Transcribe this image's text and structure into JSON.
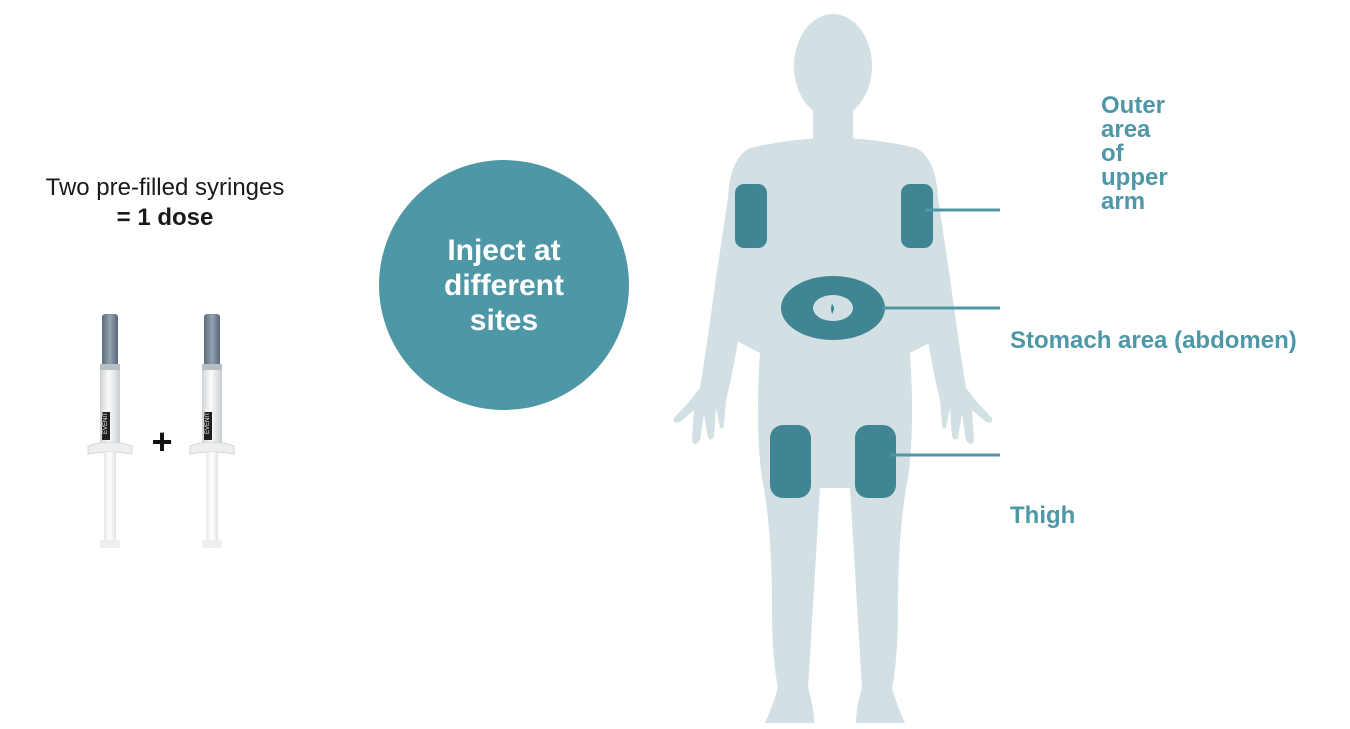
{
  "dosing": {
    "caption_line1": "Two pre-filled syringes",
    "caption_line2": "= 1 dose",
    "plus_sign": "+",
    "syringe_label": "EVENITY"
  },
  "center_callout": {
    "text": "Inject at different sites"
  },
  "injection_sites": {
    "upper_arm": "Outer\narea\nof\nupper\narm",
    "stomach": "Stomach area (abdomen)",
    "thigh": "Thigh"
  },
  "colors": {
    "accent": "#4e97a6",
    "site_marker": "#3f8593",
    "body_silhouette": "#d2e0e4",
    "text_dark": "#1a1a1a"
  }
}
